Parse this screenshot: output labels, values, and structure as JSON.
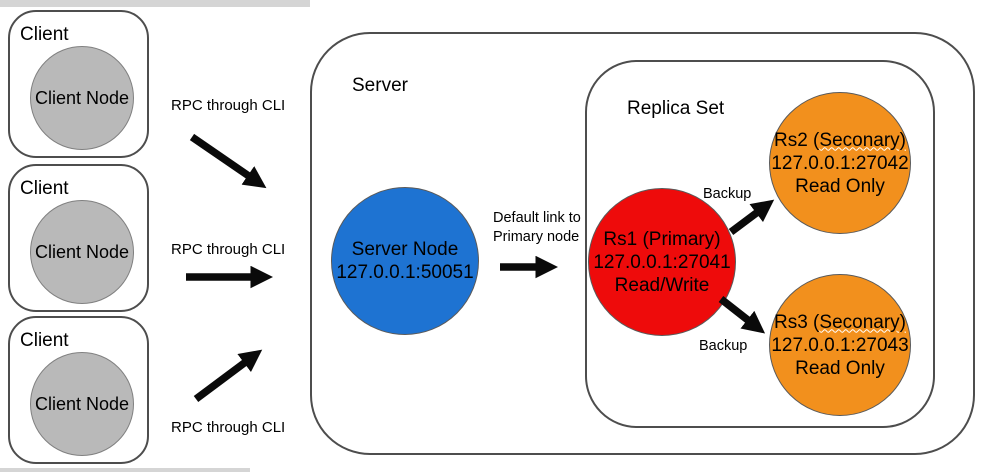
{
  "labels": {
    "rpc": "RPC through CLI",
    "default_link_line1": "Default link to",
    "default_link_line2": "Primary node",
    "backup": "Backup"
  },
  "clients": [
    {
      "container_label": "Client",
      "node_label": "Client Node"
    },
    {
      "container_label": "Client",
      "node_label": "Client Node"
    },
    {
      "container_label": "Client",
      "node_label": "Client Node"
    }
  ],
  "server": {
    "container_label": "Server",
    "node": {
      "name": "Server Node",
      "address": "127.0.0.1:50051"
    }
  },
  "replica_set": {
    "container_label": "Replica Set",
    "primary": {
      "name": "Rs1 (Primary)",
      "address": "127.0.0.1:27041",
      "mode": "Read/Write"
    },
    "secondaries": [
      {
        "name_prefix": "Rs2 (",
        "name_misspelled": "Seconary)",
        "address": "127.0.0.1:27042",
        "mode": "Read Only"
      },
      {
        "name_prefix": "Rs3 (",
        "name_misspelled": "Seconary)",
        "address": "127.0.0.1:27043",
        "mode": "Read Only"
      }
    ]
  },
  "colors": {
    "client_node_fill": "#b9b9b9",
    "server_node_fill": "#1e73d2",
    "primary_node_fill": "#ee0b0b",
    "secondary_node_fill": "#f2901d",
    "box_border": "#4d4d4d",
    "arrow": "#0a0a0a",
    "spellcheck_squiggle": "#ffffff"
  }
}
